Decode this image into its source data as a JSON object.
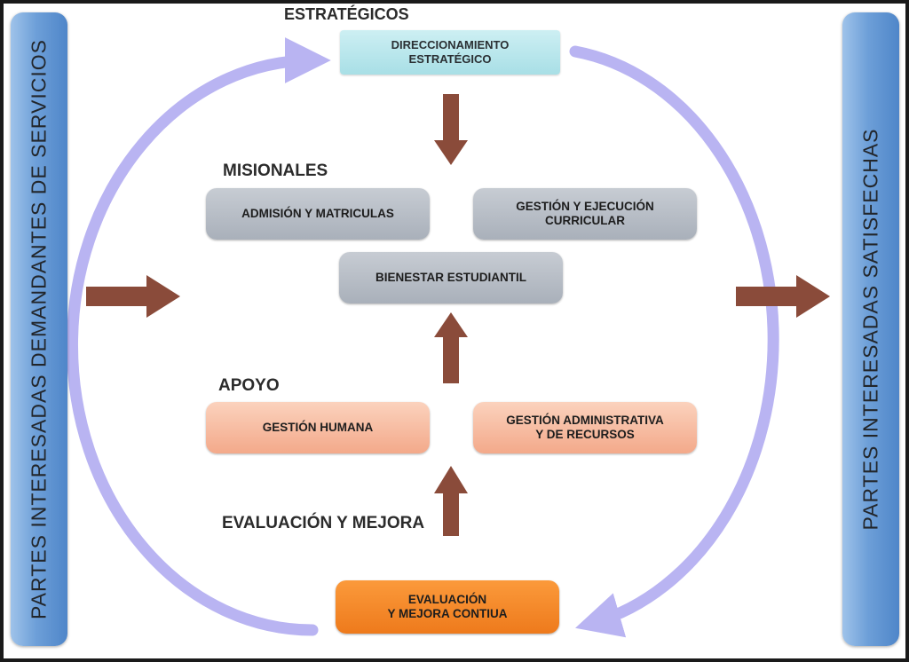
{
  "left_bar": {
    "text": "PARTES INTERESADAS DEMANDANTES DE SERVICIOS"
  },
  "right_bar": {
    "text": "PARTES INTERESADAS SATISFECHAS"
  },
  "sections": {
    "estrategicos": "ESTRATÉGICOS",
    "misionales": "MISIONALES",
    "apoyo": "APOYO",
    "evaluacion": "EVALUACIÓN Y MEJORA"
  },
  "boxes": {
    "direccionamiento": "DIRECCIONAMIENTO ESTRATÉGICO",
    "admision": "ADMISIÓN Y MATRICULAS",
    "gestion_curricular": "GESTIÓN Y EJECUCIÓN\nCURRICULAR",
    "bienestar": "BIENESTAR ESTUDIANTIL",
    "gestion_humana": "GESTIÓN HUMANA",
    "gestion_administrativa": "GESTIÓN ADMINISTRATIVA\nY DE RECURSOS",
    "evaluacion_mejora": "EVALUACIÓN\nY MEJORA CONTIUA"
  },
  "colors": {
    "cycle": "#b9b4f2",
    "arrow": "#8a4b3a",
    "strategic": "#a8dfe6",
    "misional": "#b1b7c0",
    "apoyo": "#f6b79c",
    "evaluacion": "#f28a2a",
    "side_bar": "#6d9fd8"
  }
}
